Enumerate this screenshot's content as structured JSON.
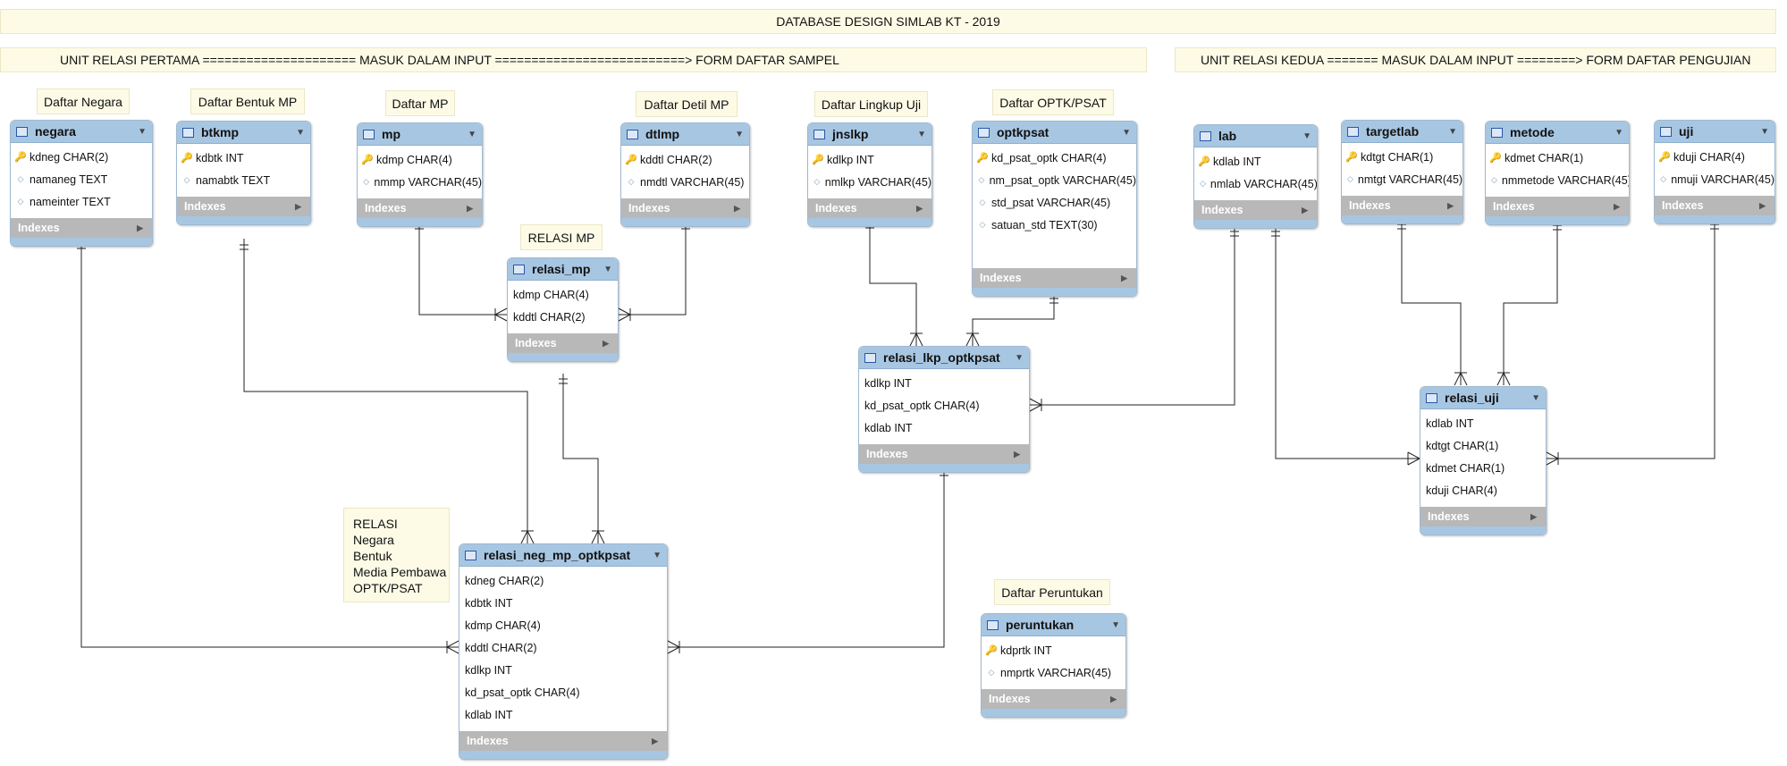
{
  "title": "DATABASE DESIGN SIMLAB KT - 2019",
  "banners": {
    "left": "UNIT RELASI PERTAMA      ===================== MASUK DALAM INPUT ==========================>   FORM DAFTAR SAMPEL",
    "right": "UNIT RELASI KEDUA  ======= MASUK DALAM INPUT ========>   FORM DAFTAR PENGUJIAN"
  },
  "labels": {
    "negara": "Daftar Negara",
    "btkmp": "Daftar Bentuk MP",
    "mp": "Daftar MP",
    "dtlmp": "Daftar Detil MP",
    "jnslkp": "Daftar Lingkup Uji",
    "optkpsat": "Daftar OPTK/PSAT",
    "relasi_mp": "RELASI MP",
    "peruntukan": "Daftar Peruntukan"
  },
  "relasi_note": [
    "RELASI",
    "Negara",
    "Bentuk",
    "Media Pembawa",
    "OPTK/PSAT"
  ],
  "indexes_label": "Indexes",
  "tables": {
    "negara": {
      "name": "negara",
      "columns": [
        {
          "text": "kdneg CHAR(2)",
          "key": "pk"
        },
        {
          "text": "namaneg TEXT",
          "key": "attr"
        },
        {
          "text": "nameinter TEXT",
          "key": "attr"
        }
      ]
    },
    "btkmp": {
      "name": "btkmp",
      "columns": [
        {
          "text": "kdbtk INT",
          "key": "pk"
        },
        {
          "text": "namabtk TEXT",
          "key": "attr"
        }
      ]
    },
    "mp": {
      "name": "mp",
      "columns": [
        {
          "text": "kdmp CHAR(4)",
          "key": "pk"
        },
        {
          "text": "nmmp VARCHAR(45)",
          "key": "attr"
        }
      ]
    },
    "dtlmp": {
      "name": "dtlmp",
      "columns": [
        {
          "text": "kddtl CHAR(2)",
          "key": "pk"
        },
        {
          "text": "nmdtl VARCHAR(45)",
          "key": "attr"
        }
      ]
    },
    "jnslkp": {
      "name": "jnslkp",
      "columns": [
        {
          "text": "kdlkp INT",
          "key": "pk"
        },
        {
          "text": "nmlkp VARCHAR(45)",
          "key": "attr"
        }
      ]
    },
    "optkpsat": {
      "name": "optkpsat",
      "columns": [
        {
          "text": "kd_psat_optk CHAR(4)",
          "key": "pk"
        },
        {
          "text": "nm_psat_optk VARCHAR(45)",
          "key": "attr"
        },
        {
          "text": "std_psat VARCHAR(45)",
          "key": "attr"
        },
        {
          "text": "satuan_std TEXT(30)",
          "key": "attr"
        }
      ]
    },
    "relasi_mp": {
      "name": "relasi_mp",
      "columns": [
        {
          "text": "kdmp CHAR(4)",
          "key": "none"
        },
        {
          "text": "kddtl CHAR(2)",
          "key": "none"
        }
      ]
    },
    "relasi_lkp_optkpsat": {
      "name": "relasi_lkp_optkpsat",
      "columns": [
        {
          "text": "kdlkp INT",
          "key": "none"
        },
        {
          "text": "kd_psat_optk CHAR(4)",
          "key": "none"
        },
        {
          "text": "kdlab INT",
          "key": "none"
        }
      ]
    },
    "relasi_neg_mp_optkpsat": {
      "name": "relasi_neg_mp_optkpsat",
      "columns": [
        {
          "text": "kdneg CHAR(2)",
          "key": "none"
        },
        {
          "text": "kdbtk INT",
          "key": "none"
        },
        {
          "text": "kdmp CHAR(4)",
          "key": "none"
        },
        {
          "text": "kddtl CHAR(2)",
          "key": "none"
        },
        {
          "text": "kdlkp INT",
          "key": "none"
        },
        {
          "text": "kd_psat_optk CHAR(4)",
          "key": "none"
        },
        {
          "text": "kdlab INT",
          "key": "none"
        }
      ]
    },
    "peruntukan": {
      "name": "peruntukan",
      "columns": [
        {
          "text": "kdprtk INT",
          "key": "pk"
        },
        {
          "text": "nmprtk VARCHAR(45)",
          "key": "attr"
        }
      ]
    },
    "lab": {
      "name": "lab",
      "columns": [
        {
          "text": "kdlab INT",
          "key": "pk"
        },
        {
          "text": "nmlab VARCHAR(45)",
          "key": "attr"
        }
      ]
    },
    "targetlab": {
      "name": "targetlab",
      "columns": [
        {
          "text": "kdtgt CHAR(1)",
          "key": "pk"
        },
        {
          "text": "nmtgt VARCHAR(45)",
          "key": "attr"
        }
      ]
    },
    "metode": {
      "name": "metode",
      "columns": [
        {
          "text": "kdmet CHAR(1)",
          "key": "pk"
        },
        {
          "text": "nmmetode VARCHAR(45)",
          "key": "attr"
        }
      ]
    },
    "uji": {
      "name": "uji",
      "columns": [
        {
          "text": "kduji CHAR(4)",
          "key": "pk"
        },
        {
          "text": "nmuji VARCHAR(45)",
          "key": "attr"
        }
      ]
    },
    "relasi_uji": {
      "name": "relasi_uji",
      "columns": [
        {
          "text": "kdlab INT",
          "key": "none"
        },
        {
          "text": "kdtgt CHAR(1)",
          "key": "none"
        },
        {
          "text": "kdmet CHAR(1)",
          "key": "none"
        },
        {
          "text": "kduji CHAR(4)",
          "key": "none"
        }
      ]
    }
  },
  "colors": {
    "header": "#a7c6e2",
    "indexes": "#b8b8b8",
    "note": "#fdfbe6",
    "line": "#222222"
  }
}
